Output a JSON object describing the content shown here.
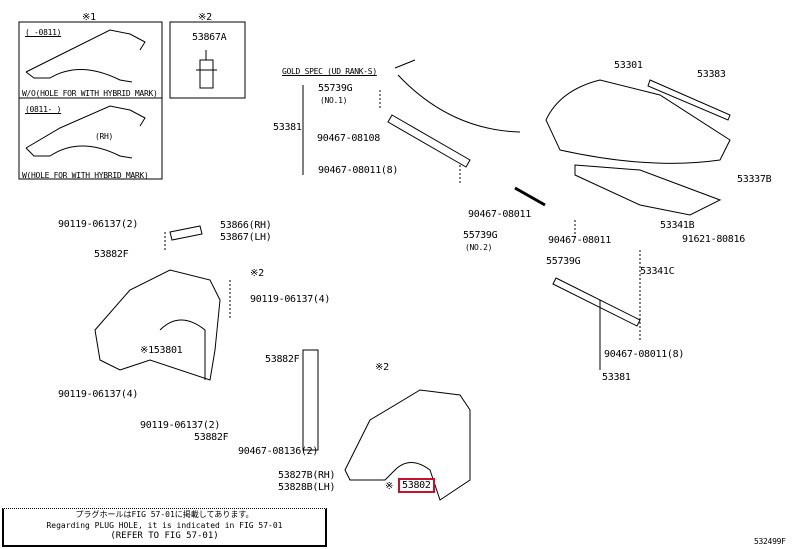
{
  "insets": {
    "inset1": {
      "marker": "※1",
      "top_code": "(      -0811)",
      "top_caption": "W/O(HOLE FOR WITH HYBRID MARK)",
      "bottom_code": "(0811-      )",
      "bottom_rh": "(RH)",
      "bottom_caption": "W(HOLE FOR WITH HYBRID MARK)"
    },
    "inset2": {
      "marker": "※2",
      "part": "53867A"
    }
  },
  "hood_section": {
    "spec_note": "GOLD SPEC (UD RANK-S)",
    "labels": [
      "55739G",
      "(NO.1)",
      "53381",
      "90467-08108",
      "90467-08011(8)",
      "90467-08011",
      "55739G",
      "(NO.2)"
    ],
    "right": [
      "53301",
      "53383",
      "53337B",
      "53341B",
      "91621-80816",
      "90467-08011",
      "55739G",
      "53341C",
      "90467-08011(8)",
      "53381"
    ]
  },
  "fender_section": {
    "labels": [
      "90119-06137(2)",
      "53866(RH)",
      "53867(LH)",
      "53882F",
      "※2",
      "90119-06137(4)",
      "※153801",
      "53882F",
      "90119-06137(4)",
      "90119-06137(2)",
      "53882F",
      "90467-08136(2)",
      "53827B(RH)",
      "53828B(LH)",
      "※2"
    ],
    "highlight_marker": "※",
    "highlight_part": "53802",
    "highlight_color": "#c8102e"
  },
  "note": {
    "line1": "プラグホールはFIG 57-01に掲載してあります。",
    "line2": "Regarding PLUG HOLE, it is indicated in FIG 57-01",
    "line3": "(REFER TO FIG 57-01)"
  },
  "figure_id": "532499F"
}
